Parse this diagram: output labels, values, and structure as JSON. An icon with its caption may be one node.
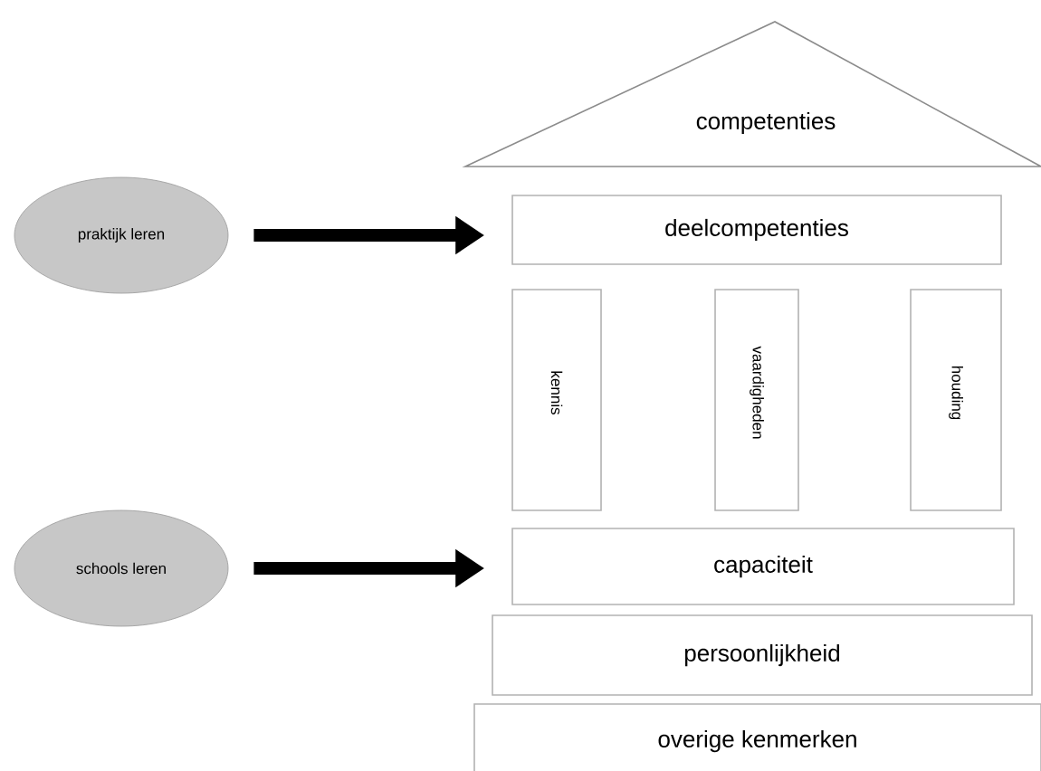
{
  "diagram": {
    "nodes": [
      {
        "text": [
          "competenties"
        ]
      },
      {
        "text": [
          "deelcompetenties"
        ]
      },
      {
        "text": [
          "kennis"
        ]
      },
      {
        "text": [
          "vaardigheden"
        ]
      },
      {
        "text": [
          "houding"
        ]
      },
      {
        "text": [
          "capaciteit"
        ]
      },
      {
        "text": [
          "persoonlijkheid"
        ]
      },
      {
        "text": [
          "overige kenmerken"
        ]
      },
      {
        "text": [
          "praktijk leren"
        ]
      },
      {
        "text": [
          "schools leren"
        ]
      }
    ],
    "edges": [
      {
        "from": 8,
        "to": 1,
        "arrow": "to"
      },
      {
        "from": 9,
        "to": 5,
        "arrow": "to"
      }
    ]
  }
}
